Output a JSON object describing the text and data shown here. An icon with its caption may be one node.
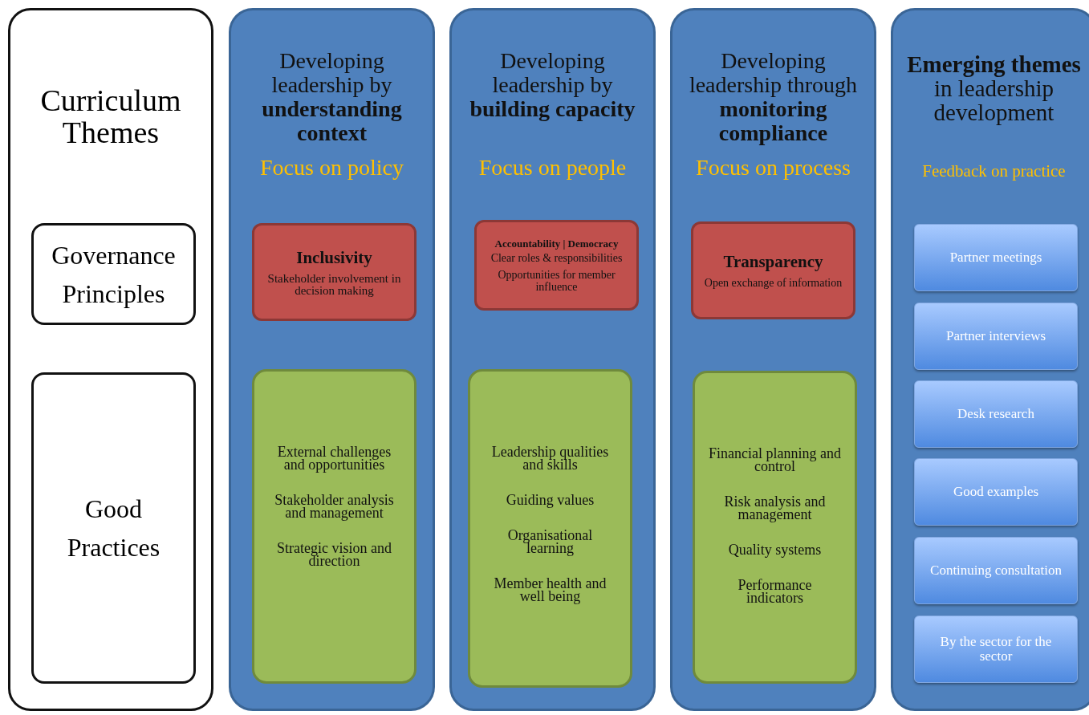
{
  "diagram": {
    "nodes": [
      {
        "text": [
          "Curriculum Themes"
        ]
      },
      {
        "text": [
          "Governance Principles"
        ],
        "in": 0
      },
      {
        "text": [
          "Good Practices"
        ],
        "in": 0
      },
      {
        "text": [
          "Developing leadership by **understanding context**",
          "Focus on policy"
        ]
      },
      {
        "text": [
          "Inclusivity",
          "Stakeholder involvement in decision making"
        ],
        "in": 3
      },
      {
        "text": [
          "External challenges and opportunities",
          "Stakeholder analysis and management",
          "Strategic vision and direction"
        ],
        "in": 3
      },
      {
        "text": [
          "Developing leadership by **building capacity**",
          "Focus on people"
        ]
      },
      {
        "text": [
          "Accountability | Democracy",
          "Clear roles & responsibilities",
          "Opportunities for member influence"
        ],
        "in": 6
      },
      {
        "text": [
          "Leadership qualities and skills",
          "Guiding values",
          "Organisational learning",
          "Member health and well being"
        ],
        "in": 6
      },
      {
        "text": [
          "Developing leadership through **monitoring compliance**",
          "Focus on process"
        ]
      },
      {
        "text": [
          "Transparency",
          "Open exchange of information"
        ],
        "in": 9
      },
      {
        "text": [
          "Financial planning and control",
          "Risk analysis and management",
          "Quality systems",
          "Performance indicators"
        ],
        "in": 9
      },
      {
        "text": [
          "**Emerging themes** in leadership development",
          "Feedback on practice"
        ]
      },
      {
        "text": [
          "Partner meetings"
        ],
        "in": 12
      },
      {
        "text": [
          "Partner interviews"
        ],
        "in": 12
      },
      {
        "text": [
          "Desk research"
        ],
        "in": 12
      },
      {
        "text": [
          "Good examples"
        ],
        "in": 12
      },
      {
        "text": [
          "Continuing consultation"
        ],
        "in": 12
      },
      {
        "text": [
          "By the sector for the sector"
        ],
        "in": 12
      }
    ]
  }
}
